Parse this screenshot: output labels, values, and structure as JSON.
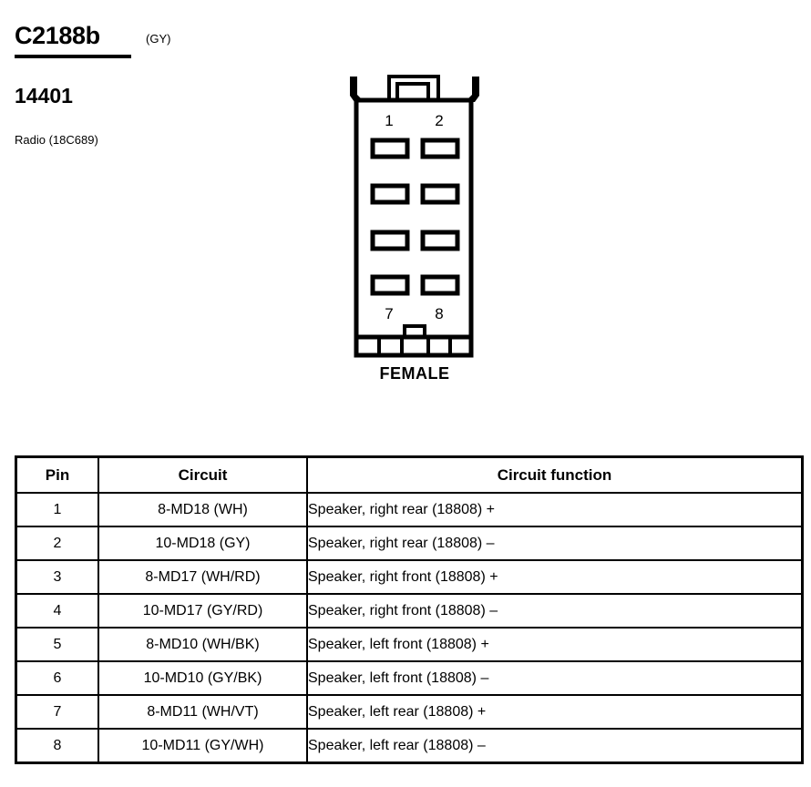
{
  "header": {
    "connector_id": "C2188b",
    "connector_color_code": "(GY)",
    "part_number": "14401",
    "component_name": "Radio (18C689)"
  },
  "connector": {
    "gender_label": "FEMALE",
    "pin_labels_top": [
      "1",
      "2"
    ],
    "pin_labels_bottom": [
      "7",
      "8"
    ],
    "cavity_rows": 4,
    "cavity_columns": 2,
    "total_cavities": 8
  },
  "pin_table": {
    "columns": [
      "Pin",
      "Circuit",
      "Circuit function"
    ],
    "rows": [
      {
        "pin": "1",
        "circuit": "8-MD18 (WH)",
        "function": "Speaker, right rear (18808) +"
      },
      {
        "pin": "2",
        "circuit": "10-MD18 (GY)",
        "function": "Speaker, right rear (18808) –"
      },
      {
        "pin": "3",
        "circuit": "8-MD17 (WH/RD)",
        "function": "Speaker, right front (18808) +"
      },
      {
        "pin": "4",
        "circuit": "10-MD17 (GY/RD)",
        "function": "Speaker, right front (18808) –"
      },
      {
        "pin": "5",
        "circuit": "8-MD10 (WH/BK)",
        "function": "Speaker, left front (18808) +"
      },
      {
        "pin": "6",
        "circuit": "10-MD10 (GY/BK)",
        "function": "Speaker, left front (18808) –"
      },
      {
        "pin": "7",
        "circuit": "8-MD11 (WH/VT)",
        "function": "Speaker, left rear (18808) +"
      },
      {
        "pin": "8",
        "circuit": "10-MD11 (GY/WH)",
        "function": "Speaker, left rear (18808) –"
      }
    ]
  },
  "colors": {
    "ink": "#000000",
    "paper": "#ffffff"
  }
}
